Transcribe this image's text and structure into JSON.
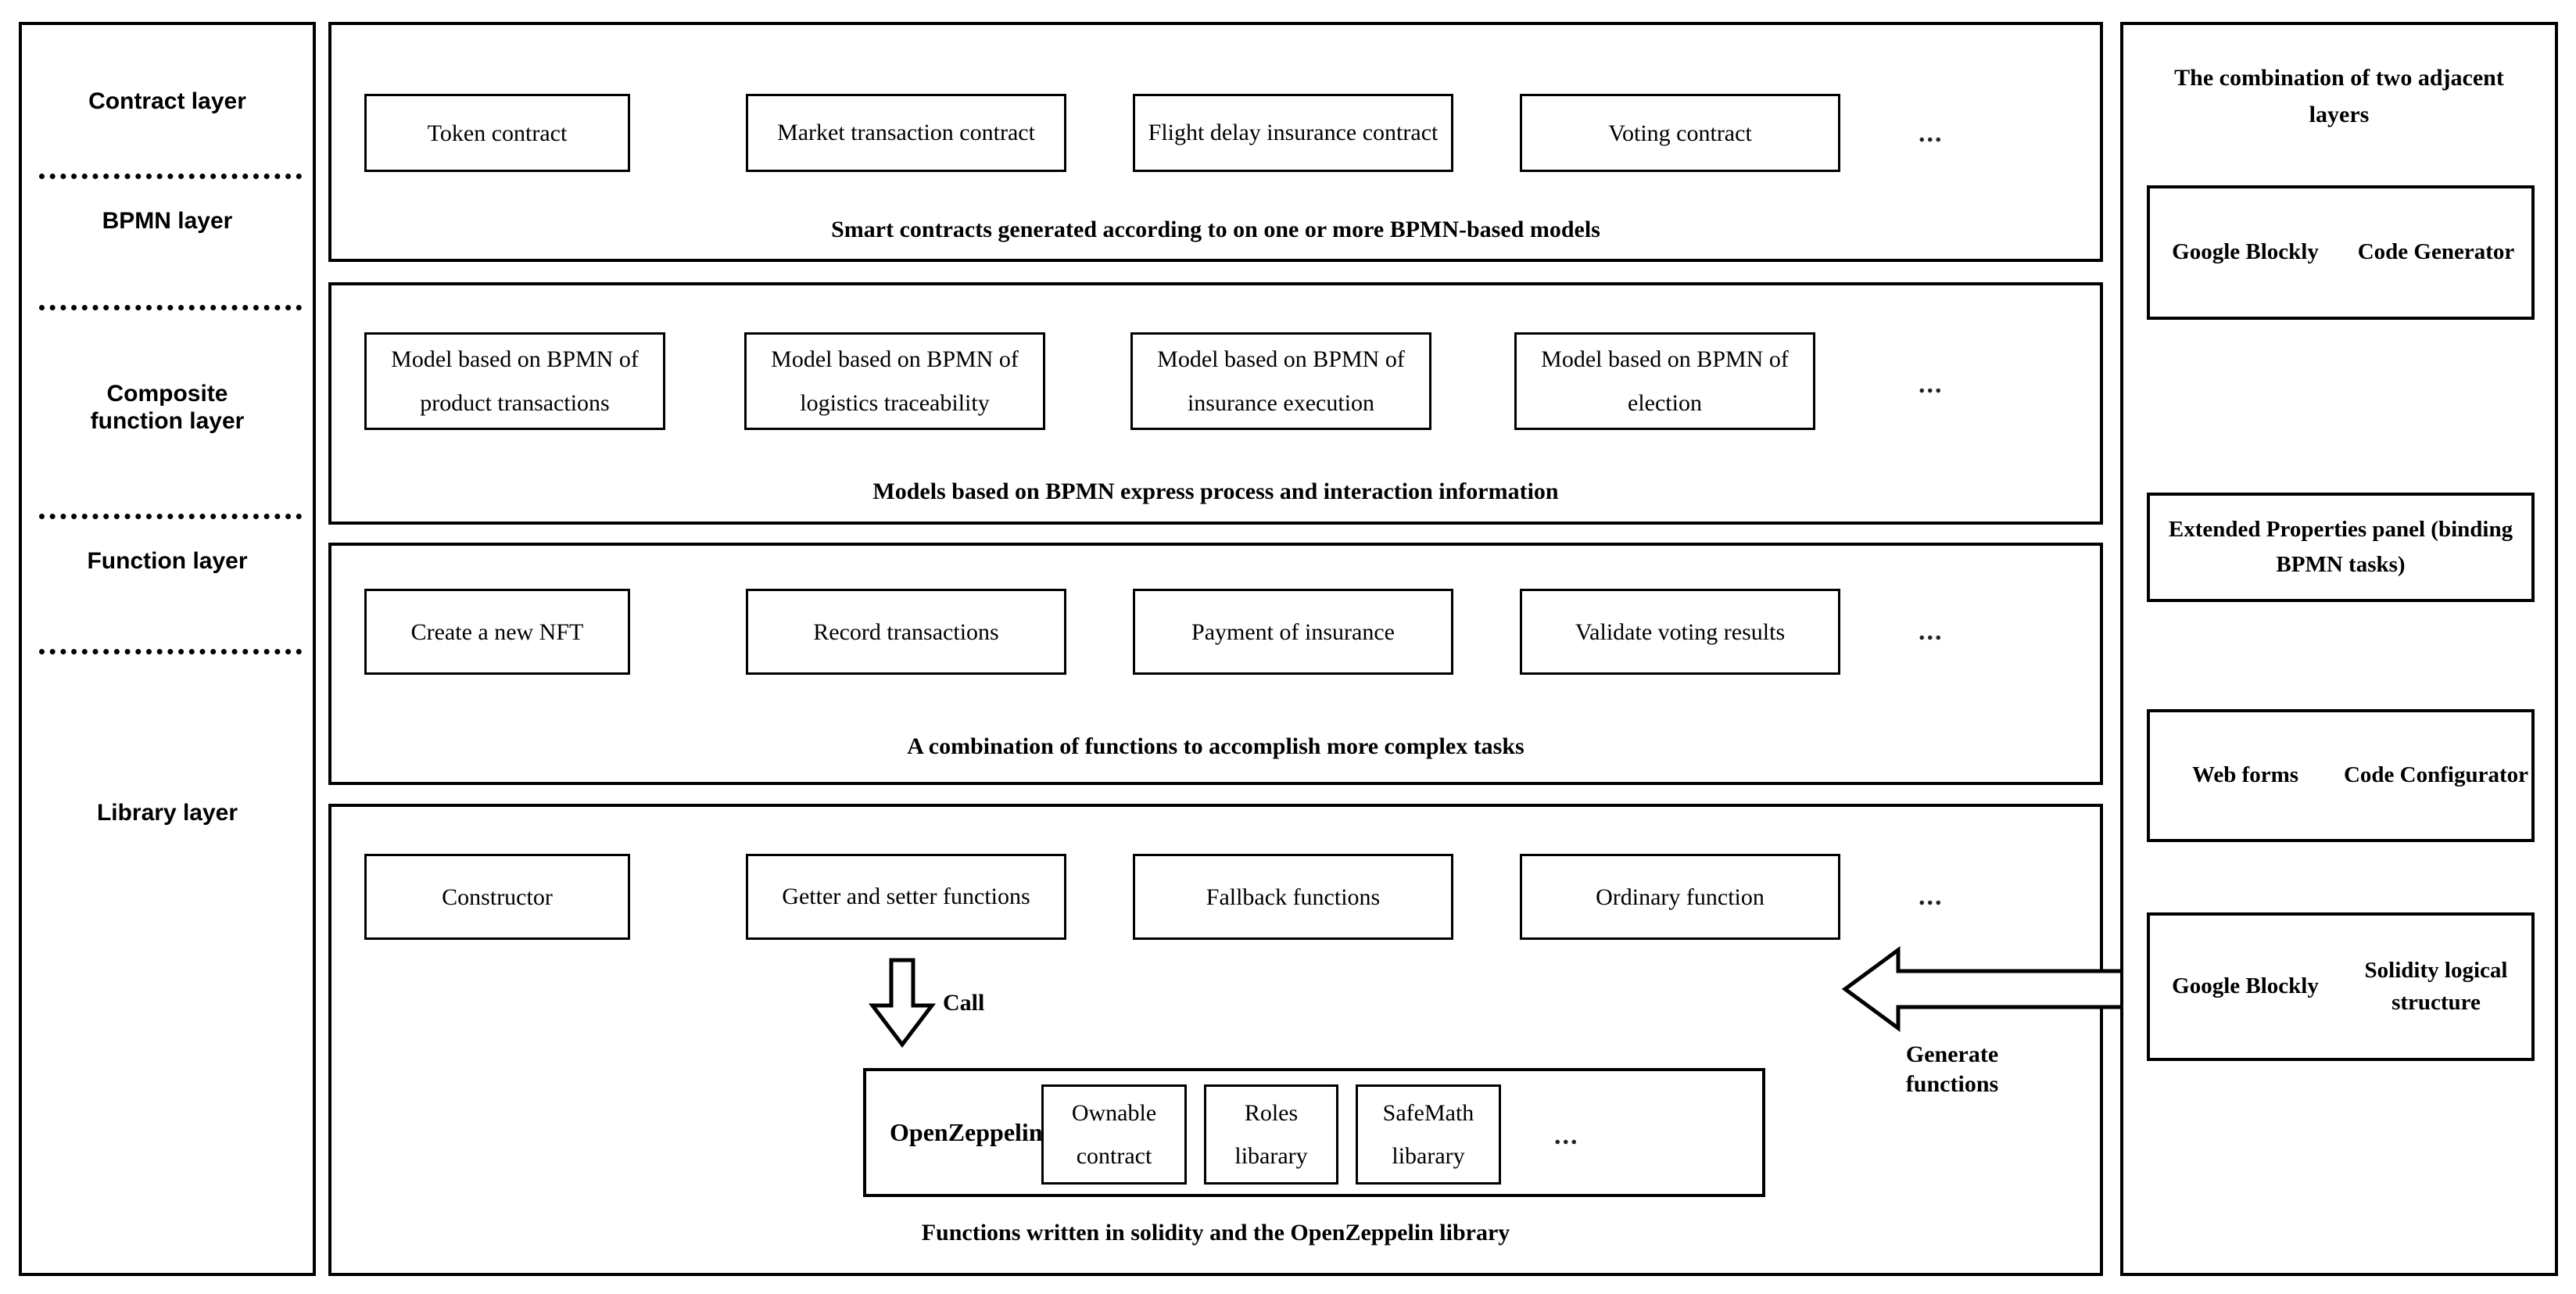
{
  "sidebar": {
    "layers": [
      {
        "label": "Contract layer"
      },
      {
        "label": "BPMN layer"
      },
      {
        "label": "Composite\nfunction layer"
      },
      {
        "label": "Function layer"
      },
      {
        "label": "Library layer"
      }
    ]
  },
  "stack": {
    "ellipsis": "...",
    "layers": [
      {
        "name": "contract-layer",
        "caption": "Smart contracts generated according to on one or more BPMN-based models",
        "cells": [
          {
            "text": "Token contract"
          },
          {
            "text": "Market transaction contract"
          },
          {
            "text": "Flight delay insurance contract"
          },
          {
            "text": "Voting contract"
          }
        ]
      },
      {
        "name": "bpmn-layer",
        "caption": "Models based on BPMN express process and interaction information",
        "cells": [
          {
            "text": "Model based on BPMN of product transactions"
          },
          {
            "text": "Model based on BPMN of logistics traceability"
          },
          {
            "text": "Model based on BPMN of insurance execution"
          },
          {
            "text": "Model based on BPMN of election"
          }
        ]
      },
      {
        "name": "composite-function-layer",
        "caption": "A combination of functions to accomplish more complex tasks",
        "cells": [
          {
            "text": "Create a new NFT"
          },
          {
            "text": "Record transactions"
          },
          {
            "text": "Payment of insurance"
          },
          {
            "text": "Validate voting results"
          }
        ]
      },
      {
        "name": "function-library-layer",
        "caption": "Functions written in solidity and the OpenZeppelin library",
        "cells": [
          {
            "text": "Constructor"
          },
          {
            "text": "Getter and setter functions"
          },
          {
            "text": "Fallback functions"
          },
          {
            "text": "Ordinary function"
          }
        ],
        "library_group": {
          "title": "OpenZeppelin",
          "items": [
            {
              "text": "Ownable contract"
            },
            {
              "text": "Roles libarary"
            },
            {
              "text": "SafeMath libarary"
            }
          ],
          "ellipsis": "..."
        }
      }
    ]
  },
  "arrows": {
    "call": {
      "label": "Call",
      "direction": "down"
    },
    "generate": {
      "label": "Generate\nfunctions",
      "direction": "left"
    }
  },
  "right_panel": {
    "title": "The combination of two adjacent layers",
    "boxes": [
      {
        "left": "Google Blockly",
        "right": "Code Generator"
      },
      {
        "single": "Extended Properties panel (binding BPMN tasks)"
      },
      {
        "left": "Web forms",
        "right": "Code Configurator"
      },
      {
        "left": "Google Blockly",
        "right": "Solidity logical structure"
      }
    ]
  },
  "colors": {
    "stroke": "#000000",
    "background": "#ffffff",
    "text": "#000000"
  }
}
